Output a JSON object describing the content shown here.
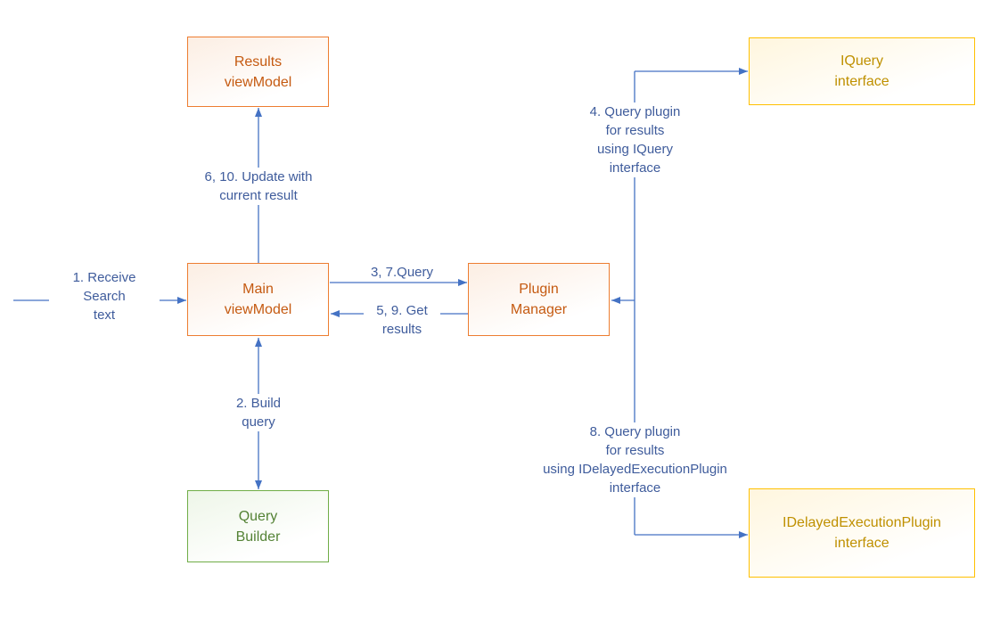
{
  "nodes": {
    "results_viewmodel": {
      "label": "Results\nviewModel"
    },
    "iquery_interface": {
      "label": "IQuery\ninterface"
    },
    "main_viewmodel": {
      "label": "Main\nviewModel"
    },
    "plugin_manager": {
      "label": "Plugin\nManager"
    },
    "query_builder": {
      "label": "Query\nBuilder"
    },
    "idelayed_interface": {
      "label": "IDelayedExecutionPlugin\ninterface"
    }
  },
  "edges": {
    "receive_search": {
      "label": "1. Receive\nSearch\ntext"
    },
    "update_with_current_result": {
      "label": "6, 10. Update with\ncurrent result"
    },
    "query": {
      "label": "3, 7.Query"
    },
    "get_results": {
      "label": "5, 9. Get\nresults"
    },
    "build_query": {
      "label": "2. Build\nquery"
    },
    "query_iquery": {
      "label": "4. Query plugin\nfor results\nusing IQuery\ninterface"
    },
    "query_idelayed": {
      "label": "8. Query plugin\nfor results\nusing IDelayedExecutionPlugin\ninterface"
    }
  },
  "colors": {
    "arrow": "#4472C4",
    "label_text": "#3F5C9C",
    "orange_border": "#ED7D31",
    "orange_text": "#C55A11",
    "orange_fill": "#FCEEE3",
    "gold_border": "#FFC000",
    "gold_text": "#BF9000",
    "gold_fill": "#FFF6DE",
    "green_border": "#70AD47",
    "green_text": "#548235",
    "green_fill": "#EEF6E8"
  }
}
